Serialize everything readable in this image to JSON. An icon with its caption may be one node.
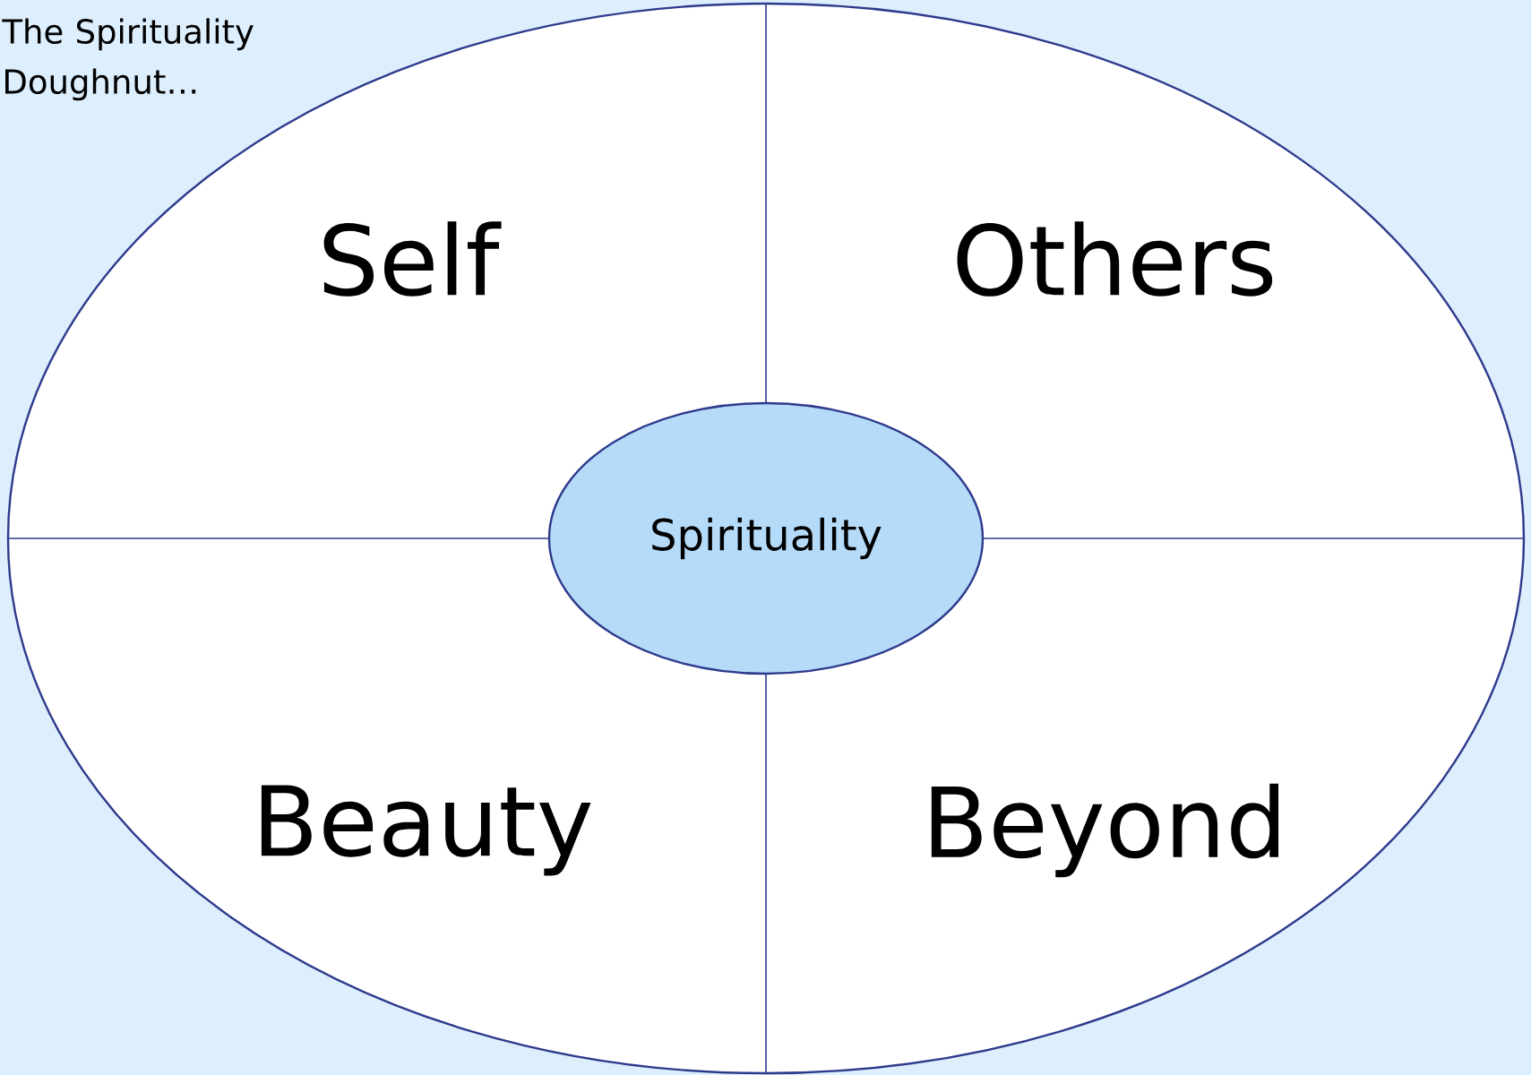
{
  "diagram": {
    "title": "The Spirituality Doughnut…",
    "nodes": [
      {
        "text": [],
        "shape": "ellipse"
      },
      {
        "text": [
          "Spirituality"
        ],
        "in": 0
      }
    ],
    "labels": [
      "Self",
      "Others",
      "Beauty",
      "Beyond"
    ]
  }
}
